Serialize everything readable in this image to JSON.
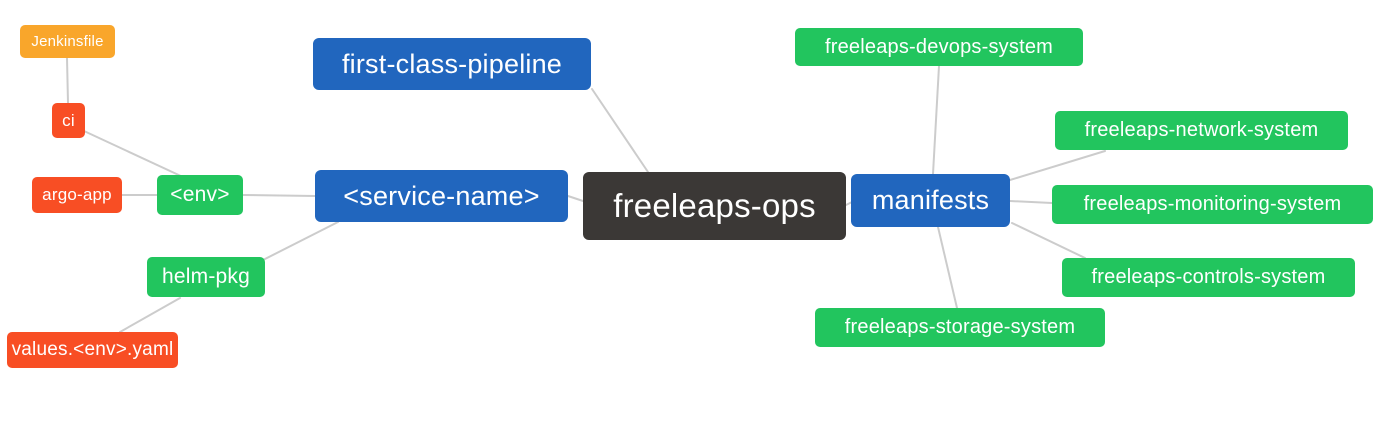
{
  "diagram": {
    "title": "freeleaps-ops mind map",
    "background_color": "#ffffff",
    "edge_color": "#cccccc",
    "palette": {
      "orange": "#F9A62B",
      "red": "#F84E24",
      "green": "#22C55E",
      "blue": "#2166BE",
      "dark": "#3B3836",
      "text": "#ffffff"
    },
    "nodes": [
      {
        "id": "jenkinsfile",
        "label": "Jenkinsfile",
        "color": "orange"
      },
      {
        "id": "ci",
        "label": "ci",
        "color": "red"
      },
      {
        "id": "argo-app",
        "label": "argo-app",
        "color": "red"
      },
      {
        "id": "env",
        "label": "<env>",
        "color": "green"
      },
      {
        "id": "helm-pkg",
        "label": "helm-pkg",
        "color": "green"
      },
      {
        "id": "values-env-yaml",
        "label": "values.<env>.yaml",
        "color": "red"
      },
      {
        "id": "first-class-pipeline",
        "label": "first-class-pipeline",
        "color": "blue"
      },
      {
        "id": "service-name",
        "label": "<service-name>",
        "color": "blue"
      },
      {
        "id": "freeleaps-ops",
        "label": "freeleaps-ops",
        "color": "dark"
      },
      {
        "id": "manifests",
        "label": "manifests",
        "color": "blue"
      },
      {
        "id": "freeleaps-devops-system",
        "label": "freeleaps-devops-system",
        "color": "green"
      },
      {
        "id": "freeleaps-network-system",
        "label": "freeleaps-network-system",
        "color": "green"
      },
      {
        "id": "freeleaps-monitoring-system",
        "label": "freeleaps-monitoring-system",
        "color": "green"
      },
      {
        "id": "freeleaps-controls-system",
        "label": "freeleaps-controls-system",
        "color": "green"
      },
      {
        "id": "freeleaps-storage-system",
        "label": "freeleaps-storage-system",
        "color": "green"
      }
    ],
    "edges": [
      [
        "jenkinsfile",
        "ci"
      ],
      [
        "ci",
        "env"
      ],
      [
        "argo-app",
        "env"
      ],
      [
        "env",
        "service-name"
      ],
      [
        "helm-pkg",
        "service-name"
      ],
      [
        "values-env-yaml",
        "helm-pkg"
      ],
      [
        "first-class-pipeline",
        "freeleaps-ops"
      ],
      [
        "service-name",
        "freeleaps-ops"
      ],
      [
        "freeleaps-ops",
        "manifests"
      ],
      [
        "manifests",
        "freeleaps-devops-system"
      ],
      [
        "manifests",
        "freeleaps-network-system"
      ],
      [
        "manifests",
        "freeleaps-monitoring-system"
      ],
      [
        "manifests",
        "freeleaps-controls-system"
      ],
      [
        "manifests",
        "freeleaps-storage-system"
      ]
    ]
  }
}
